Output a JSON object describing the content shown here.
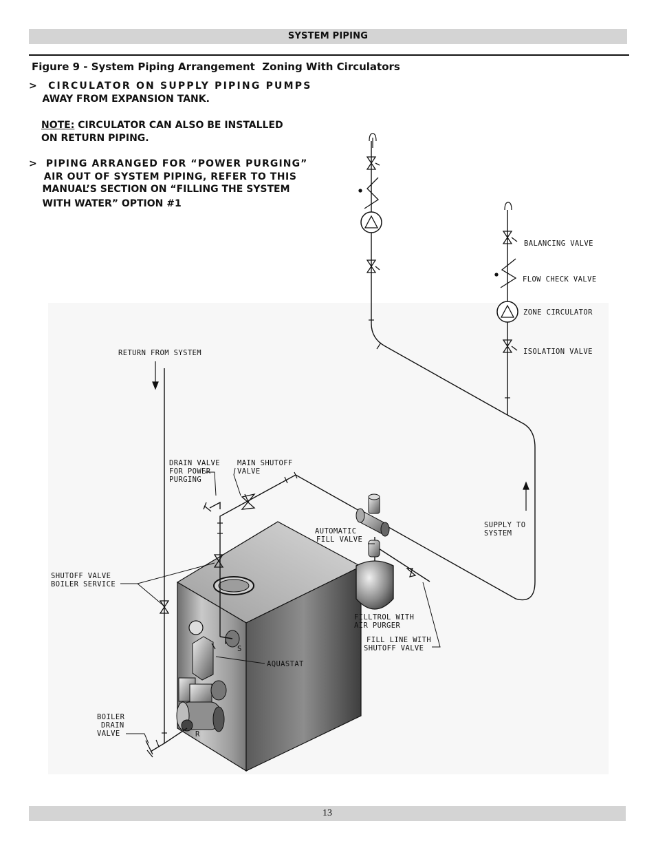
{
  "header": {
    "section_title": "SYSTEM PIPING"
  },
  "figure": {
    "caption": "Figure 9 - System Piping Arrangement  Zoning With Circulators"
  },
  "notes": {
    "n1_line1": ">  CIRCULATOR ON SUPPLY PIPING PUMPS",
    "n1_line2": "    AWAY FROM EXPANSION TANK.",
    "n2_label": "NOTE:",
    "n2_line1_rest": " CIRCULATOR CAN ALSO BE INSTALLED",
    "n2_line2": "ON RETURN PIPING.",
    "n3_line1": ">  PIPING ARRANGED FOR “POWER PURGING”",
    "n3_line2": "    AIR OUT OF SYSTEM PIPING, REFER TO THIS",
    "n3_line3": "    MANUAL’S SECTION ON “FILLING THE SYSTEM",
    "n3_line4": "    WITH WATER” OPTION #1"
  },
  "diagram_labels": {
    "balancing_valve": "BALANCING VALVE",
    "flow_check_valve": "FLOW CHECK VALVE",
    "zone_circulator": "ZONE CIRCULATOR",
    "isolation_valve": "ISOLATION VALVE",
    "return_from_system": "RETURN FROM SYSTEM",
    "drain_valve_1": "DRAIN VALVE",
    "drain_valve_2": "FOR POWER",
    "drain_valve_3": "PURGING",
    "main_shutoff_1": "MAIN SHUTOFF",
    "main_shutoff_2": "VALVE",
    "auto_fill_1": "AUTOMATIC",
    "auto_fill_2": "FILL VALVE",
    "supply_to_1": "SUPPLY TO",
    "supply_to_2": "SYSTEM",
    "shutoff_service_1": "SHUTOFF VALVE",
    "shutoff_service_2": "BOILER SERVICE",
    "filltrol_1": "FILLTROL WITH",
    "filltrol_2": "AIR PURGER",
    "fill_line_1": "FILL LINE WITH",
    "fill_line_2": "SHUTOFF VALVE",
    "aquastat": "AQUASTAT",
    "boiler_drain_1": "BOILER",
    "boiler_drain_2": "DRAIN",
    "boiler_drain_3": "VALVE",
    "tap_s": "S",
    "tap_r": "R"
  },
  "footer": {
    "page_number": "13"
  }
}
